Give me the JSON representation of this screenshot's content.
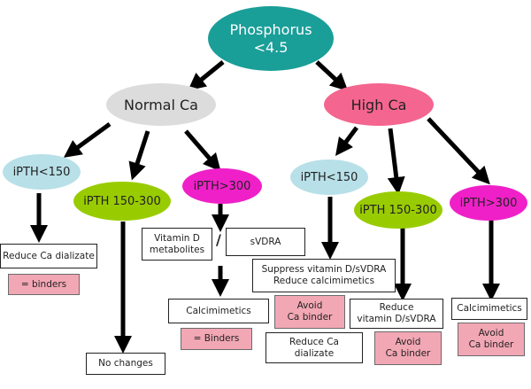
{
  "colors": {
    "root": "#1a9e98",
    "normal_ca": "#dcdcdc",
    "high_ca": "#f4658f",
    "ipth_low": "#b8e0e8",
    "ipth_mid": "#99cc00",
    "ipth_high": "#f020c8",
    "pink_box": "#f2a7b4"
  },
  "root": {
    "label": "Phosphorus\n<4.5"
  },
  "normal_ca": {
    "label": "Normal Ca",
    "branches": [
      {
        "label": "iPTH<150",
        "actions": [
          "Reduce Ca dializate"
        ],
        "pink": [
          "= binders"
        ]
      },
      {
        "label": "iPTH 150-300",
        "actions": [
          "No changes"
        ]
      },
      {
        "label": "iPTH>300",
        "options": [
          "Vitamin D\nmetabolites",
          "sVDRA"
        ],
        "separator": "/",
        "actions": [
          "Calcimimetics"
        ],
        "pink": [
          "= Binders"
        ]
      }
    ]
  },
  "high_ca": {
    "label": "High Ca",
    "branches": [
      {
        "label": "iPTH<150",
        "actions": [
          "Suppress vitamin D/sVDRA\nReduce calcimimetics",
          "Reduce Ca\ndializate"
        ],
        "pink": [
          "Avoid\nCa binder"
        ]
      },
      {
        "label": "iPTH 150-300",
        "actions": [
          "Reduce\nvitamin D/sVDRA"
        ],
        "pink": [
          "Avoid\nCa binder"
        ]
      },
      {
        "label": "iPTH>300",
        "actions": [
          "Calcimimetics"
        ],
        "pink": [
          "Avoid\nCa binder"
        ]
      }
    ]
  }
}
